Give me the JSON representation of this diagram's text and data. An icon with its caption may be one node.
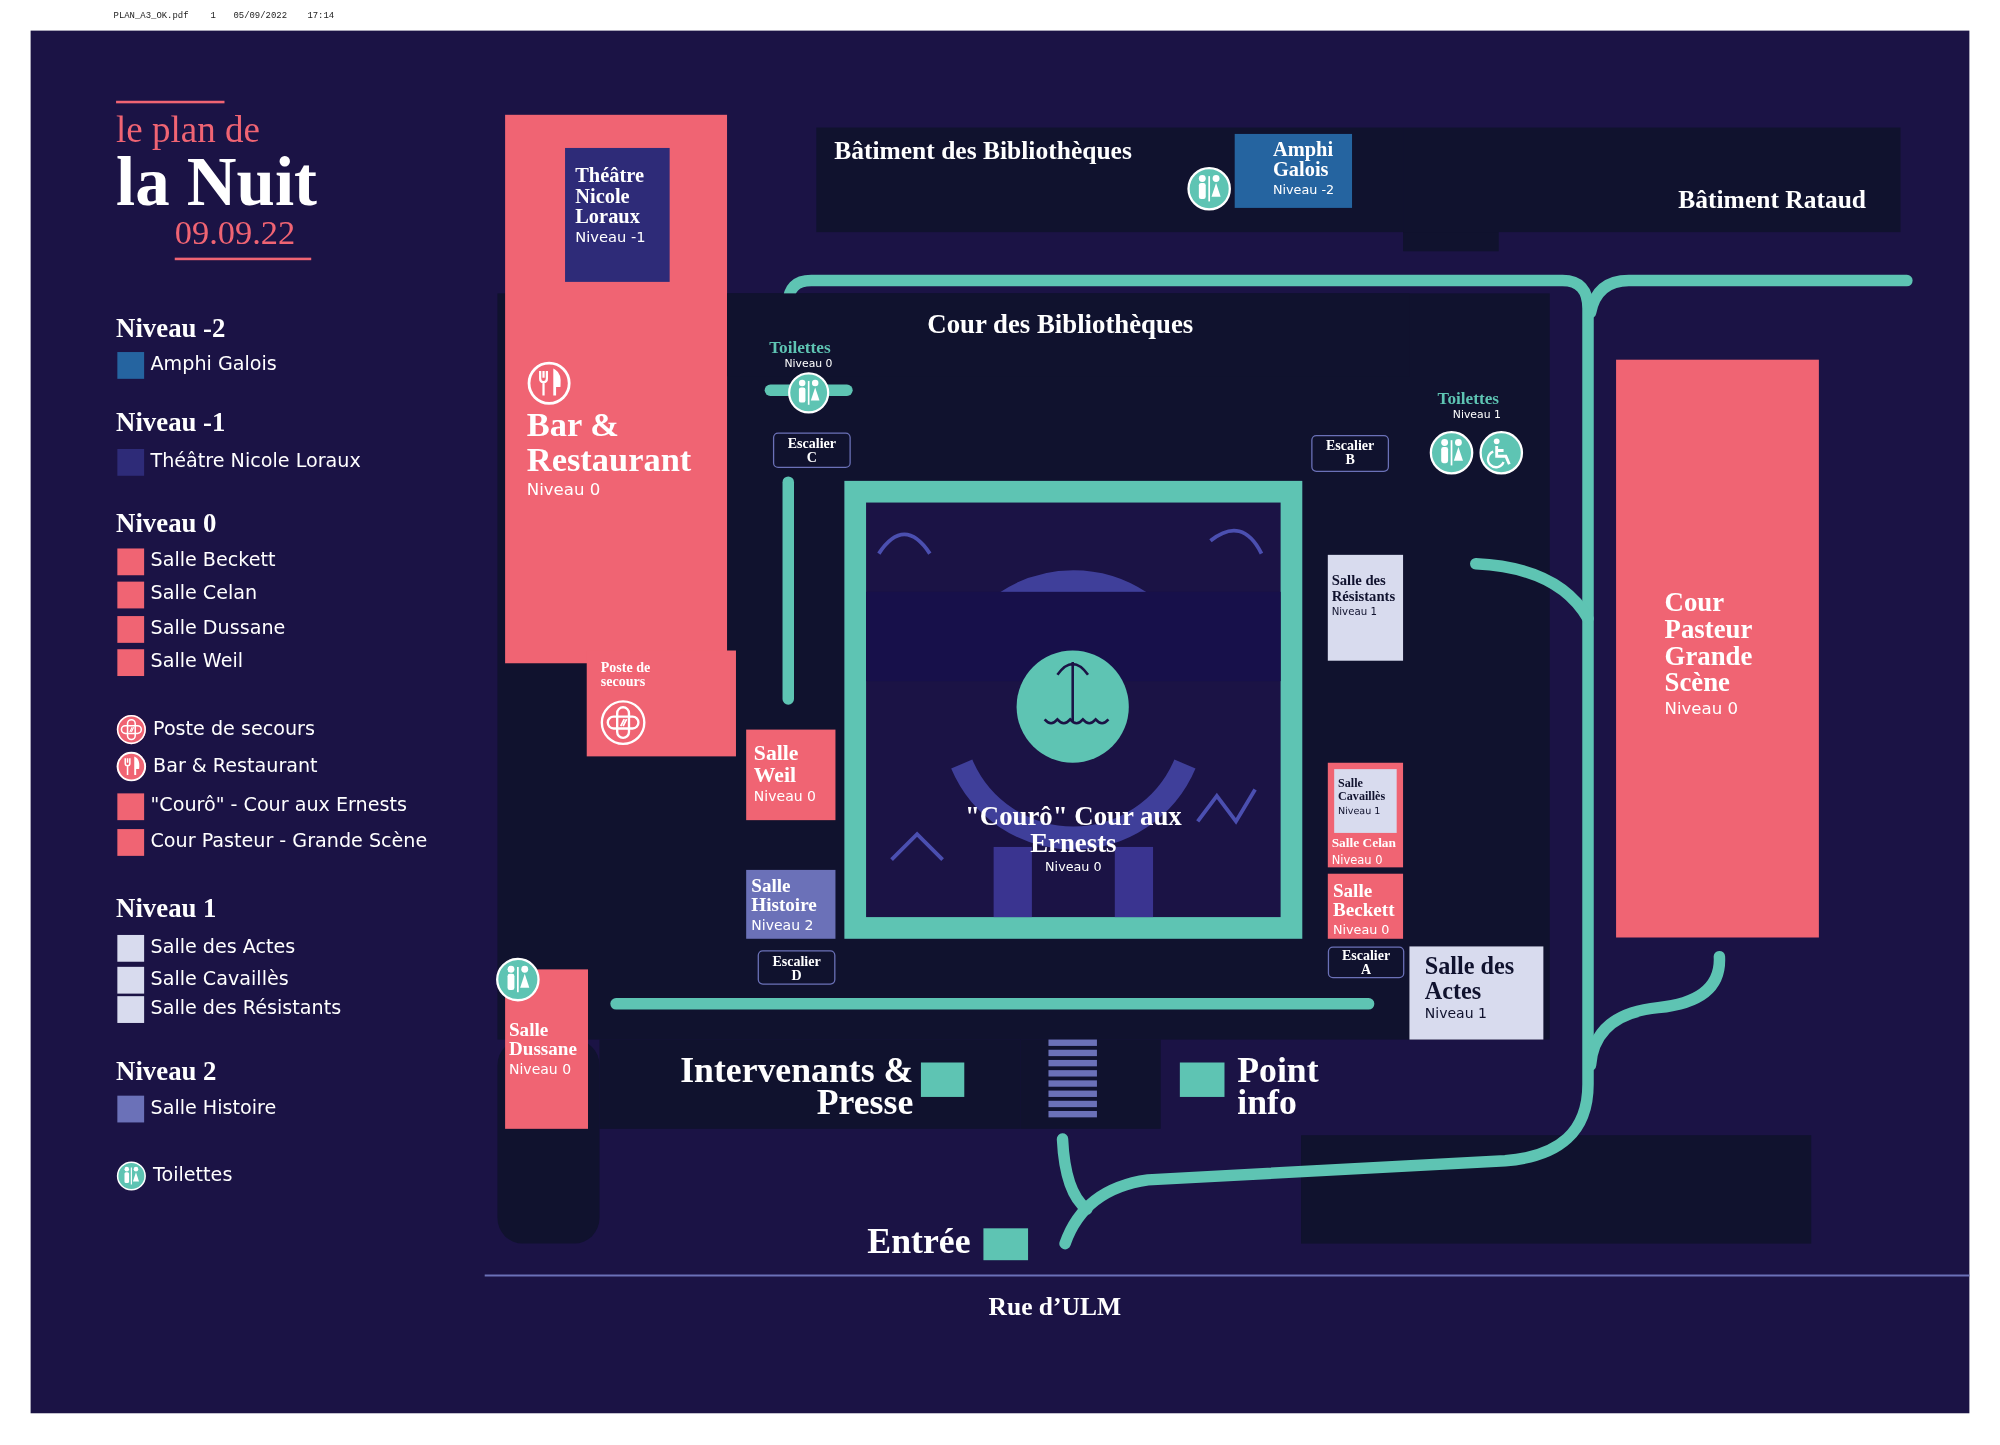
{
  "diagram": {
    "title": "le plan de **la Nuit**",
    "nodes": [
      {
        "text": [
          "Bâtiment des Bibliothèques"
        ]
      },
      {
        "text": [
          "Amphi Galois",
          "Niveau -2"
        ],
        "in": 0
      },
      {
        "text": [
          "Bâtiment Rataud"
        ]
      },
      {
        "text": [
          "Bar & Restaurant",
          "Niveau 0"
        ]
      },
      {
        "text": [
          "Théâtre Nicole Loraux",
          "Niveau -1"
        ],
        "in": 3
      },
      {
        "text": [
          "Poste de secours"
        ]
      },
      {
        "text": [
          "Cour des Bibliothèques"
        ]
      },
      {
        "text": [
          "Escalier C"
        ]
      },
      {
        "text": [
          "Escalier B"
        ]
      },
      {
        "text": [
          "\"Courô\" Cour aux Ernests",
          "Niveau 0"
        ]
      },
      {
        "text": [
          "Salle des Résistants",
          "Niveau 1"
        ]
      },
      {
        "text": [
          "Cour Pasteur Grande Scène",
          "Niveau 0"
        ]
      },
      {
        "text": [
          "Salle Weil",
          "Niveau 0"
        ]
      },
      {
        "text": [
          "Salle Celan",
          "Niveau 0"
        ]
      },
      {
        "text": [
          "Salle Cavaillès",
          "Niveau 1"
        ],
        "in": 13
      },
      {
        "text": [
          "Salle Beckett",
          "Niveau 0"
        ]
      },
      {
        "text": [
          "Salle Histoire",
          "Niveau 2"
        ]
      },
      {
        "text": [
          "Escalier D"
        ]
      },
      {
        "text": [
          "Escalier A"
        ]
      },
      {
        "text": [
          "Salle des Actes",
          "Niveau 1"
        ]
      },
      {
        "text": [
          "Salle Dussane",
          "Niveau 0"
        ]
      }
    ],
    "labels": [
      "PLAN_A3_OK.pdf",
      "1",
      "05/09/2022",
      "17:14",
      "09.09.22",
      "Niveau -2",
      "Niveau -1",
      "Niveau 0",
      "Niveau 1",
      "Niveau 2",
      "Toilettes",
      "Niveau 0",
      "Toilettes",
      "Niveau 1",
      "Intervenants & Presse",
      "Point info",
      "Entrée",
      "Rue d’ULM"
    ],
    "legend": [
      {
        "text": "Amphi Galois",
        "color": "#2564a0"
      },
      {
        "text": "Théâtre Nicole Loraux",
        "color": "#2e2b78"
      },
      {
        "text": "Salle Beckett",
        "color": "#f06473"
      },
      {
        "text": "Salle Celan",
        "color": "#f06473"
      },
      {
        "text": "Salle Dussane",
        "color": "#f06473"
      },
      {
        "text": "Salle Weil",
        "color": "#f06473"
      },
      {
        "text": "Poste de secours"
      },
      {
        "text": "Bar & Restaurant"
      },
      {
        "text": "\"Courô\" - Cour aux Ernests",
        "color": "#f06473"
      },
      {
        "text": "Cour Pasteur - Grande Scène",
        "color": "#f06473"
      },
      {
        "text": "Salle des Actes",
        "color": "#d8dbee"
      },
      {
        "text": "Salle Cavaillès",
        "color": "#d8dbee"
      },
      {
        "text": "Salle des Résistants",
        "color": "#d8dbee"
      },
      {
        "text": "Salle Histoire",
        "color": "#6b71b8"
      },
      {
        "text": "Toilettes"
      }
    ]
  }
}
